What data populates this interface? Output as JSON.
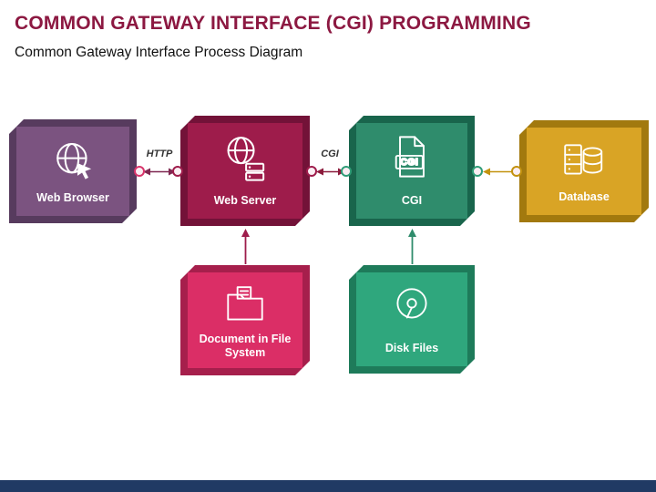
{
  "header": {
    "title": "COMMON GATEWAY INTERFACE (CGI) PROGRAMMING",
    "subtitle": "Common Gateway Interface Process Diagram",
    "title_color": "#8C1841",
    "subtitle_color": "#111111"
  },
  "diagram": {
    "boxes": [
      {
        "label": "Web Browser",
        "icon": "globe-cursor-icon",
        "front_color": "#7B5380",
        "back_color": "#573B5E"
      },
      {
        "label": "Web Server",
        "icon": "globe-server-icon",
        "front_color": "#9E1C4B",
        "back_color": "#731238"
      },
      {
        "label": "CGI",
        "icon": "cgi-file-icon",
        "icon_text": "CGI",
        "front_color": "#2F8C6C",
        "back_color": "#19654C"
      },
      {
        "label": "Database",
        "icon": "database-icon",
        "front_color": "#D9A425",
        "back_color": "#A2790E"
      },
      {
        "label": "Document in File System",
        "icon": "folder-document-icon",
        "front_color": "#DB2E66",
        "back_color": "#A61F4C"
      },
      {
        "label": "Disk Files",
        "icon": "disk-icon",
        "front_color": "#2FA77D",
        "back_color": "#1E7B5A"
      }
    ],
    "arrows": [
      {
        "id": "http",
        "label": "HTTP",
        "type": "double-horizontal",
        "from": "Web Browser",
        "to": "Web Server",
        "color": "#7E2750"
      },
      {
        "id": "cgi-link",
        "label": "CGI",
        "type": "double-horizontal",
        "from": "Web Server",
        "to": "CGI",
        "color": "#8B1A3B"
      },
      {
        "id": "db-to-cgi",
        "label": "",
        "type": "single-left",
        "from": "Database",
        "to": "CGI",
        "color": "#C3920F"
      },
      {
        "id": "doc-to-webserver",
        "label": "",
        "type": "single-up",
        "from": "Document in File System",
        "to": "Web Server",
        "color": "#9E1C4B"
      },
      {
        "id": "disk-to-cgi",
        "label": "",
        "type": "single-up",
        "from": "Disk Files",
        "to": "CGI",
        "color": "#2F8C6C"
      }
    ],
    "dot_colors": {
      "pink": "#D8356B",
      "maroon": "#9E1C4B",
      "teal": "#2F9D77",
      "gold": "#C3920F"
    }
  },
  "footer": {
    "bar_color": "#203A64"
  }
}
